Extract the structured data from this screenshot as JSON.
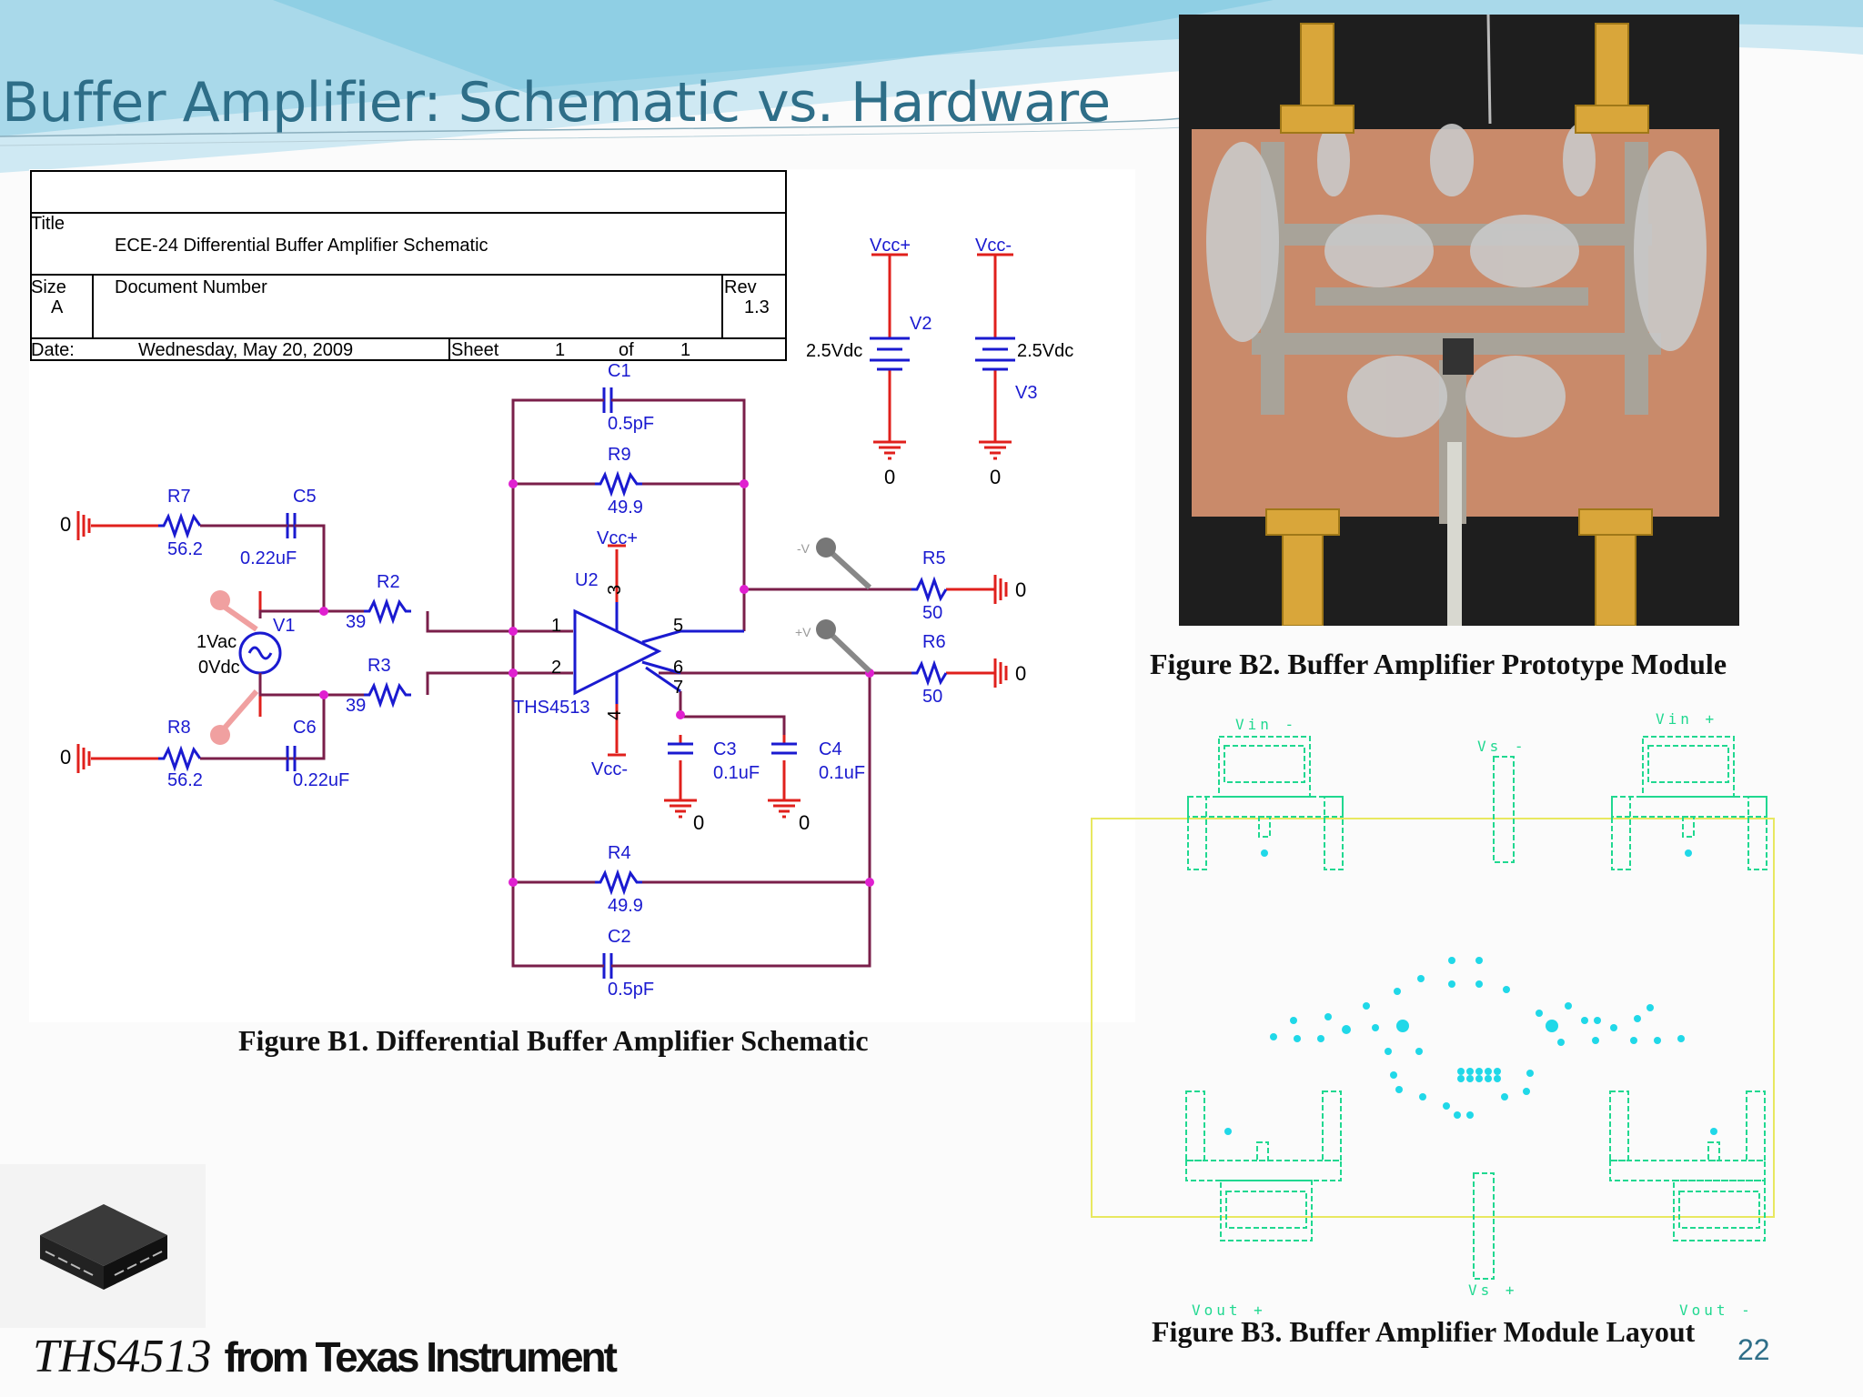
{
  "slide": {
    "title": "Buffer Amplifier: Schematic vs. Hardware",
    "page_number": "22",
    "footer_part": "THS4513",
    "footer_from": "from Texas Instrument"
  },
  "schematic": {
    "caption": "Figure B1. Differential Buffer Amplifier Schematic",
    "title_block": {
      "title_label": "Title",
      "title_value": "ECE-24 Differential Buffer Amplifier Schematic",
      "size_label": "Size",
      "size_value": "A",
      "docnum_label": "Document Number",
      "rev_label": "Rev",
      "rev_value": "1.3",
      "date_label": "Date:",
      "date_value": "Wednesday, May 20, 2009",
      "sheet_label": "Sheet",
      "sheet_value": "1",
      "of_label": "of",
      "of_value": "1"
    },
    "parts": {
      "c1": "C1",
      "c1_val": "0.5pF",
      "r9": "R9",
      "r9_val": "49.9",
      "r7": "R7",
      "r7_val": "56.2",
      "c5": "C5",
      "c5_val": "0.22uF",
      "r2": "R2",
      "r2_val": "39",
      "r3": "R3",
      "r3_val": "39",
      "v1": "V1",
      "v1_ac": "1Vac",
      "v1_dc": "0Vdc",
      "r8": "R8",
      "r8_val": "56.2",
      "c6": "C6",
      "c6_val": "0.22uF",
      "u2": "U2",
      "u2_part": "THS4513",
      "vccp": "Vcc+",
      "vccm": "Vcc-",
      "r5": "R5",
      "r5_val": "50",
      "r6": "R6",
      "r6_val": "50",
      "c3": "C3",
      "c3_val": "0.1uF",
      "c4": "C4",
      "c4_val": "0.1uF",
      "r4": "R4",
      "r4_val": "49.9",
      "c2": "C2",
      "c2_val": "0.5pF",
      "v2": "V2",
      "v2_val": "2.5Vdc",
      "v3": "V3",
      "v3_val": "2.5Vdc",
      "gnd": "0",
      "pin1": "1",
      "pin2": "2",
      "pin3": "3",
      "pin4": "4",
      "pin5": "5",
      "pin6": "6",
      "pin7": "7",
      "probe_neg": "-V",
      "probe_pos": "+V"
    }
  },
  "photo": {
    "caption": "Figure B2. Buffer Amplifier Prototype Module"
  },
  "layout": {
    "caption": "Figure B3. Buffer Amplifier Module Layout",
    "vin_neg": "Vin -",
    "vin_pos": "Vin +",
    "vs_neg": "Vs -",
    "vs_pos": "Vs +",
    "vout_pos": "Vout +",
    "vout_neg": "Vout -"
  },
  "colors": {
    "title": "#2e6e88",
    "wire": "#7a1f4a",
    "red_lead": "#e0201c",
    "component": "#1a1ad0",
    "node": "#e020d0",
    "layout_green": "#20d890",
    "layout_cyan": "#20d8e8",
    "layout_yellow": "#e8e860"
  }
}
